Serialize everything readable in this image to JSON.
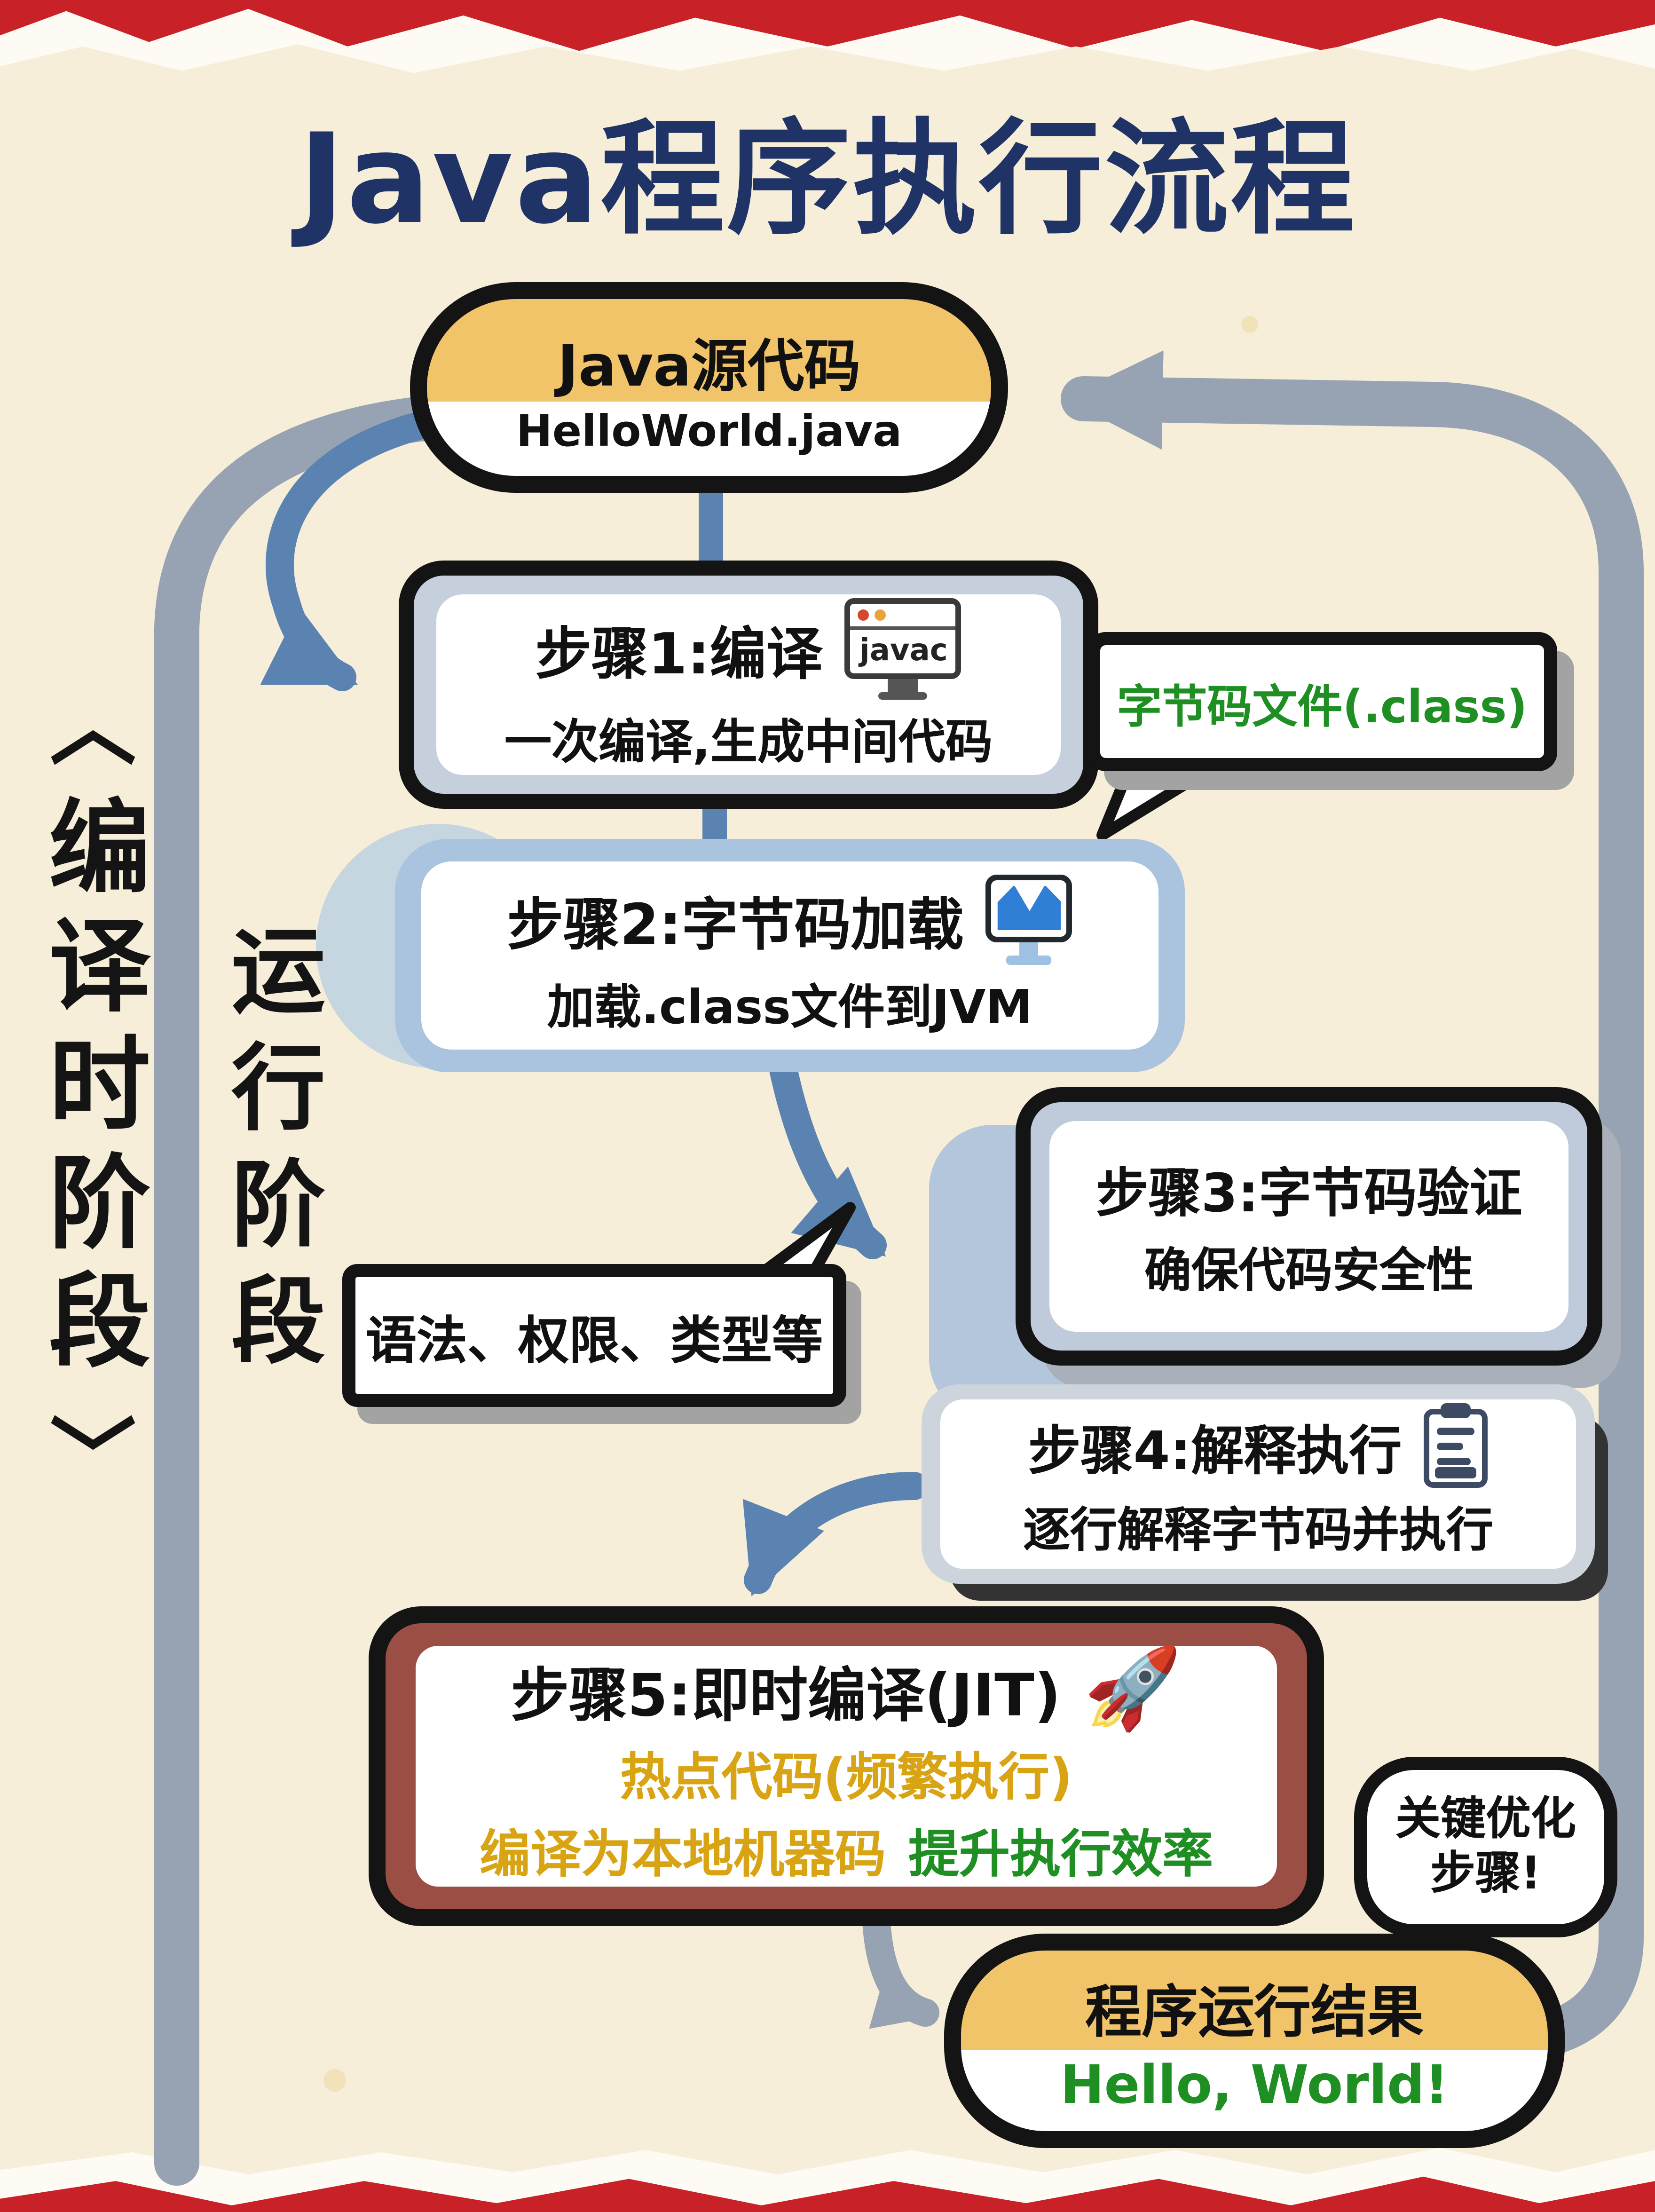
{
  "page": {
    "title": "Java程序执行流程"
  },
  "stages": {
    "compile": {
      "bracket_top": "〈",
      "label": "编译时阶段",
      "bracket_bottom": "〉"
    },
    "runtime": {
      "label": "运行阶段"
    }
  },
  "nodes": {
    "source": {
      "title": "Java源代码",
      "subtitle": "HelloWorld.java"
    },
    "step1": {
      "title": "步骤1:编译",
      "subtitle": "一次编译,生成中间代码",
      "icon_text": "javac"
    },
    "step2": {
      "title": "步骤2:字节码加载",
      "subtitle": "加载.class文件到JVM"
    },
    "step3": {
      "title": "步骤3:字节码验证",
      "subtitle": "确保代码安全性"
    },
    "step4": {
      "title": "步骤4:解释执行",
      "subtitle": "逐行解释字节码并执行"
    },
    "step5": {
      "title": "步骤5:即时编译(JIT)",
      "hotspot_line": "热点代码(频繁执行)",
      "compile_line": "编译为本地机器码",
      "boost_line": "提升执行效率",
      "rocket": "🚀"
    },
    "result": {
      "title": "程序运行结果",
      "subtitle": "Hello, World!"
    }
  },
  "callouts": {
    "bytecode": {
      "text": "字节码文件(.class)"
    },
    "verify": {
      "text": "语法、权限、类型等"
    },
    "jit": {
      "line1": "关键优化",
      "line2": "步骤!"
    }
  },
  "colors": {
    "title_navy": "#1f3366",
    "accent_yellow": "#f2c469",
    "green": "#1f8f23",
    "gold": "#d9a413",
    "maroon": "#9b4f44",
    "arrow_blue": "#5b83b1",
    "loop_gray": "#97a2b2",
    "paper": "#f6eed8"
  }
}
